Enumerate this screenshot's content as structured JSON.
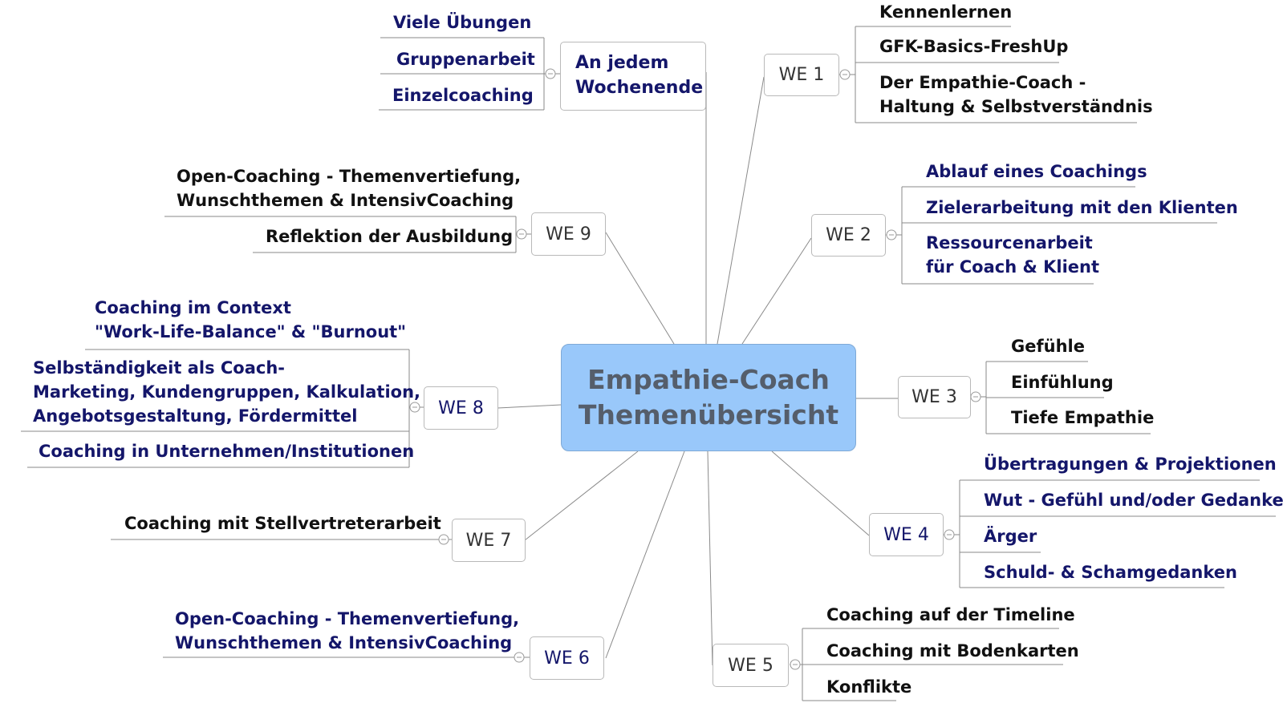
{
  "center": {
    "line1": "Empathie-Coach",
    "line2": "Themenübersicht"
  },
  "top": {
    "label_line1": "An jedem",
    "label_line2": "Wochenende",
    "items": [
      "Viele Übungen",
      "Gruppenarbeit",
      "Einzelcoaching"
    ]
  },
  "we1": {
    "label": "WE 1",
    "items": [
      "Kennenlernen",
      "GFK-Basics-FreshUp",
      "Der Empathie-Coach -",
      "Haltung & Selbstverständnis"
    ]
  },
  "we2": {
    "label": "WE 2",
    "items": [
      "Ablauf eines Coachings",
      "Zielerarbeitung mit den Klienten",
      "Ressourcenarbeit",
      "für Coach & Klient"
    ]
  },
  "we3": {
    "label": "WE 3",
    "items": [
      "Gefühle",
      "Einfühlung",
      "Tiefe Empathie"
    ]
  },
  "we4": {
    "label": "WE 4",
    "items": [
      "Übertragungen & Projektionen",
      "Wut - Gefühl und/oder Gedanke?",
      "Ärger",
      "Schuld- & Schamgedanken"
    ]
  },
  "we5": {
    "label": "WE 5",
    "items": [
      "Coaching auf der Timeline",
      "Coaching mit Bodenkarten",
      "Konflikte"
    ]
  },
  "we6": {
    "label": "WE 6",
    "items": [
      "Open-Coaching - Themenvertiefung,",
      "Wunschthemen & IntensivCoaching"
    ]
  },
  "we7": {
    "label": "WE 7",
    "items": [
      "Coaching mit Stellvertreterarbeit"
    ]
  },
  "we8": {
    "label": "WE 8",
    "items": [
      "Coaching im Context",
      "\"Work-Life-Balance\" & \"Burnout\"",
      "Selbständigkeit als Coach-",
      "Marketing, Kundengruppen, Kalkulation,",
      "Angebotsgestaltung, Fördermittel",
      "Coaching in Unternehmen/Institutionen"
    ]
  },
  "we9": {
    "label": "WE 9",
    "items": [
      "Open-Coaching - Themenvertiefung,",
      "Wunschthemen & IntensivCoaching",
      "Reflektion der Ausbildung"
    ]
  },
  "colors": {
    "center_fill": "#99c8fa",
    "dark_blue_text": "#14166a",
    "black_text": "#111111",
    "line": "#8a8a8a"
  }
}
